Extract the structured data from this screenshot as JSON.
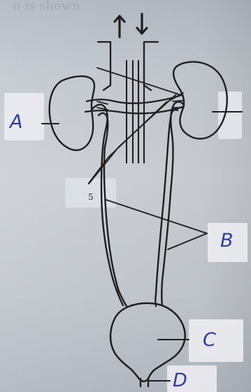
{
  "page": {
    "top_text": "n is shown"
  },
  "labels": {
    "a": "A",
    "b": "B",
    "c": "C",
    "d": "D",
    "small": "5"
  },
  "colors": {
    "ink": "#1f1f1f",
    "label_ink": "#2c3ca4",
    "paper": "#c9cdd3",
    "label_patch": "#ececf1"
  },
  "icons": {
    "up": "arrow-up-icon",
    "down": "arrow-down-icon"
  }
}
